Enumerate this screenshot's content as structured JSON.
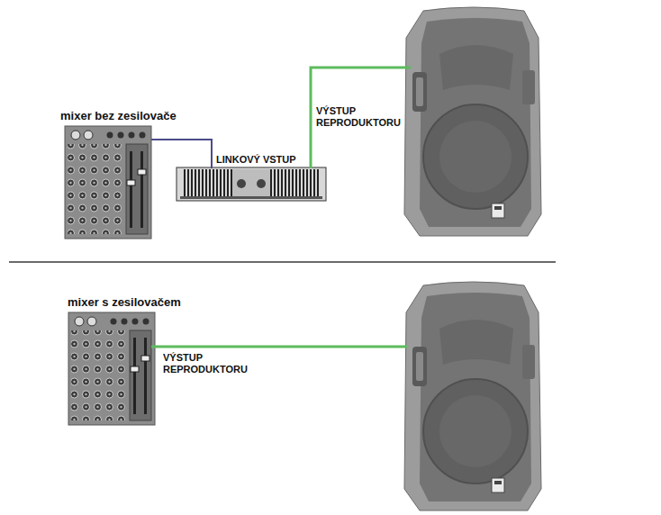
{
  "diagram": {
    "nodes": [
      {
        "text": [
          "mixer bez zesilovače"
        ]
      },
      {
        "text": [
          "LINKOVÝ VSTUP"
        ]
      },
      {
        "text": [
          "mixer s zesilovačem"
        ]
      }
    ],
    "edges": [
      {
        "from": 0,
        "to": 1,
        "arrow": "none"
      }
    ],
    "labels": [
      "VÝSTUP REPRODUKTORU",
      "VÝSTUP REPRODUKTORU"
    ]
  }
}
